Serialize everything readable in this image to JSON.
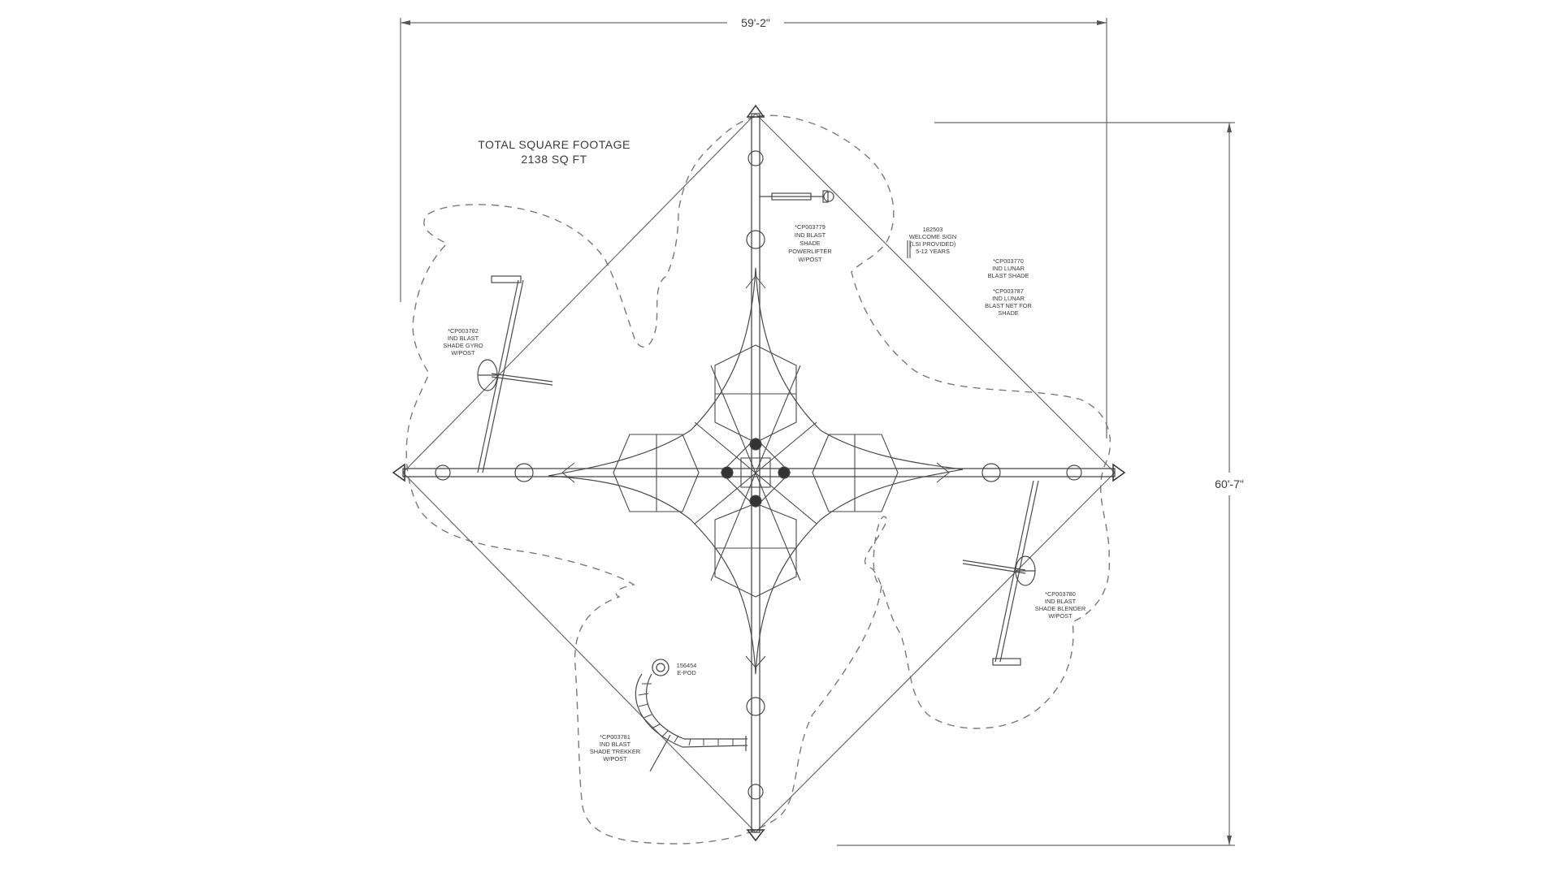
{
  "dimensions": {
    "width_label": "59'-2\"",
    "height_label": "60'-7\""
  },
  "total_area": {
    "line1": "TOTAL SQUARE FOOTAGE",
    "line2": "2138 SQ FT"
  },
  "callouts": {
    "powerlifter": [
      "*CP003779",
      "IND BLAST",
      "SHADE",
      "POWERLIFTER",
      "W/POST"
    ],
    "welcome_sign": [
      "182503",
      "WELCOME SIGN",
      "(LSI PROVIDED)",
      "5-12 YEARS"
    ],
    "lunar_shade": [
      "*CP003770",
      "IND LUNAR",
      "BLAST SHADE"
    ],
    "lunar_net": [
      "*CP003787",
      "IND LUNAR",
      "BLAST NET FOR",
      "SHADE"
    ],
    "gyro": [
      "*CP003782",
      "IND BLAST",
      "SHADE GYRO",
      "W/POST"
    ],
    "blender": [
      "*CP003780",
      "IND BLAST",
      "SHADE BLENDER",
      "W/POST"
    ],
    "epod": [
      "156454",
      "E-POD"
    ],
    "trekker": [
      "*CP003781",
      "IND BLAST",
      "SHADE TREKKER",
      "W/POST"
    ]
  }
}
